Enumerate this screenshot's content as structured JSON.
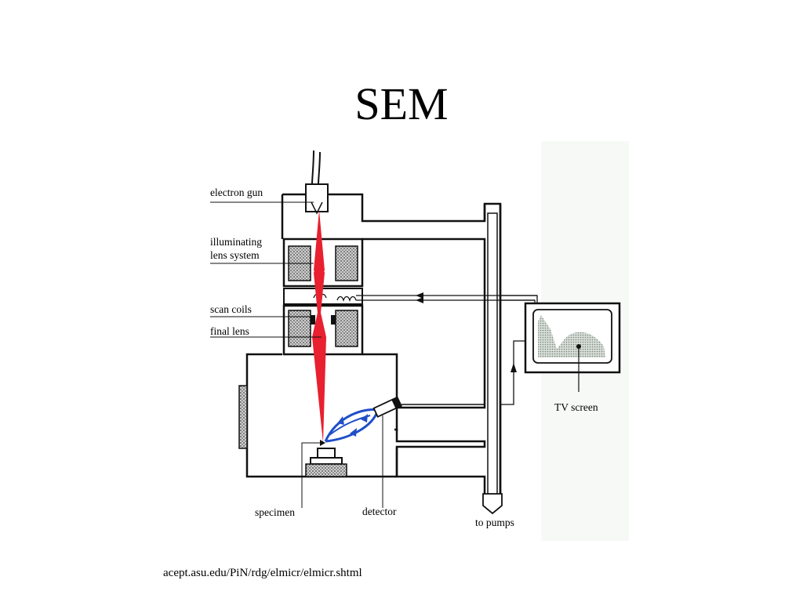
{
  "title": "SEM",
  "source": "acept.asu.edu/PiN/rdg/elmicr/elmicr.shtml",
  "diagram": {
    "labels": {
      "electron_gun": "electron gun",
      "illuminating_lens_line1": "illuminating",
      "illuminating_lens_line2": "lens system",
      "scan_coils": "scan coils",
      "final_lens": "final lens",
      "specimen": "specimen",
      "detector": "detector",
      "to_pumps": "to pumps",
      "tv_screen": "TV screen"
    },
    "colors": {
      "beam": "#e8202f",
      "secondary_electrons": "#1f4fc8",
      "outline": "#111111",
      "lens_fill": "#9a9a9a",
      "screen_image": "#a8b0a8"
    }
  }
}
